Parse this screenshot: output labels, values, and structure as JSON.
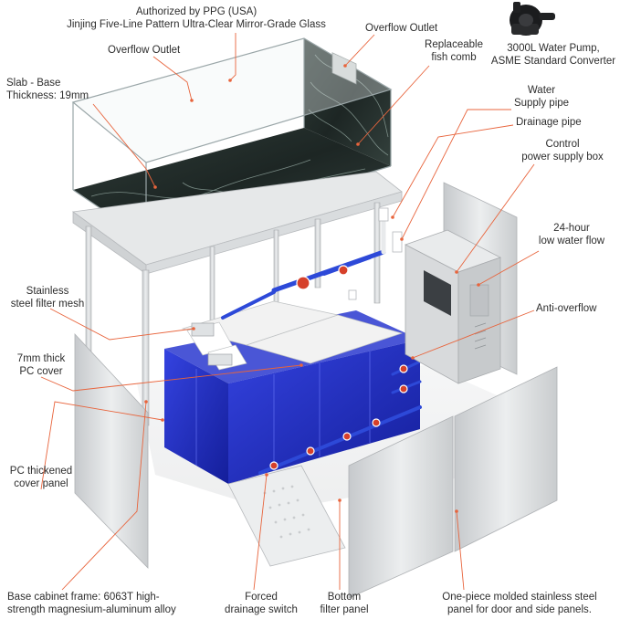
{
  "colors": {
    "leader": "#e8643c",
    "glass_edge": "#9aa6a8",
    "marble_dark": "#27322f",
    "sump_blue": "#2232c8",
    "steel": "#d4d6d8",
    "steel_dark": "#b0b3b6",
    "pipe_blue": "#2d49d8",
    "valve_red": "#d6402a",
    "white_cover": "#f3f3f3"
  },
  "labels": {
    "ppg": [
      "Authorized by PPG (USA)",
      "Jinjing Five-Line Pattern Ultra-Clear Mirror-Grade Glass"
    ],
    "overflow_outlet_left": [
      "Overflow Outlet"
    ],
    "overflow_outlet_right": [
      "Overflow Outlet"
    ],
    "fish_comb": [
      "Replaceable",
      "fish comb"
    ],
    "pump": [
      "3000L Water Pump,",
      "ASME Standard Converter"
    ],
    "slab": [
      "Slab - Base",
      "Thickness: 19mm"
    ],
    "water_supply": [
      "Water",
      "Supply pipe"
    ],
    "drainage_pipe": [
      "Drainage pipe"
    ],
    "control_box": [
      "Control",
      "power supply box"
    ],
    "low_water": [
      "24-hour",
      "low water flow"
    ],
    "filter_mesh": [
      "Stainless",
      "steel filter mesh"
    ],
    "anti_overflow": [
      "Anti-overflow"
    ],
    "pc_cover": [
      "7mm thick",
      "PC cover"
    ],
    "pc_panel": [
      "PC thickened",
      "cover panel"
    ],
    "cabinet_frame": [
      "Base cabinet frame: 6063T high-",
      "strength magnesium-aluminum alloy"
    ],
    "forced_drain": [
      "Forced",
      "drainage switch"
    ],
    "bottom_filter": [
      "Bottom",
      "filter panel"
    ],
    "one_piece": [
      "One-piece molded stainless steel",
      "panel for door and side panels."
    ]
  }
}
